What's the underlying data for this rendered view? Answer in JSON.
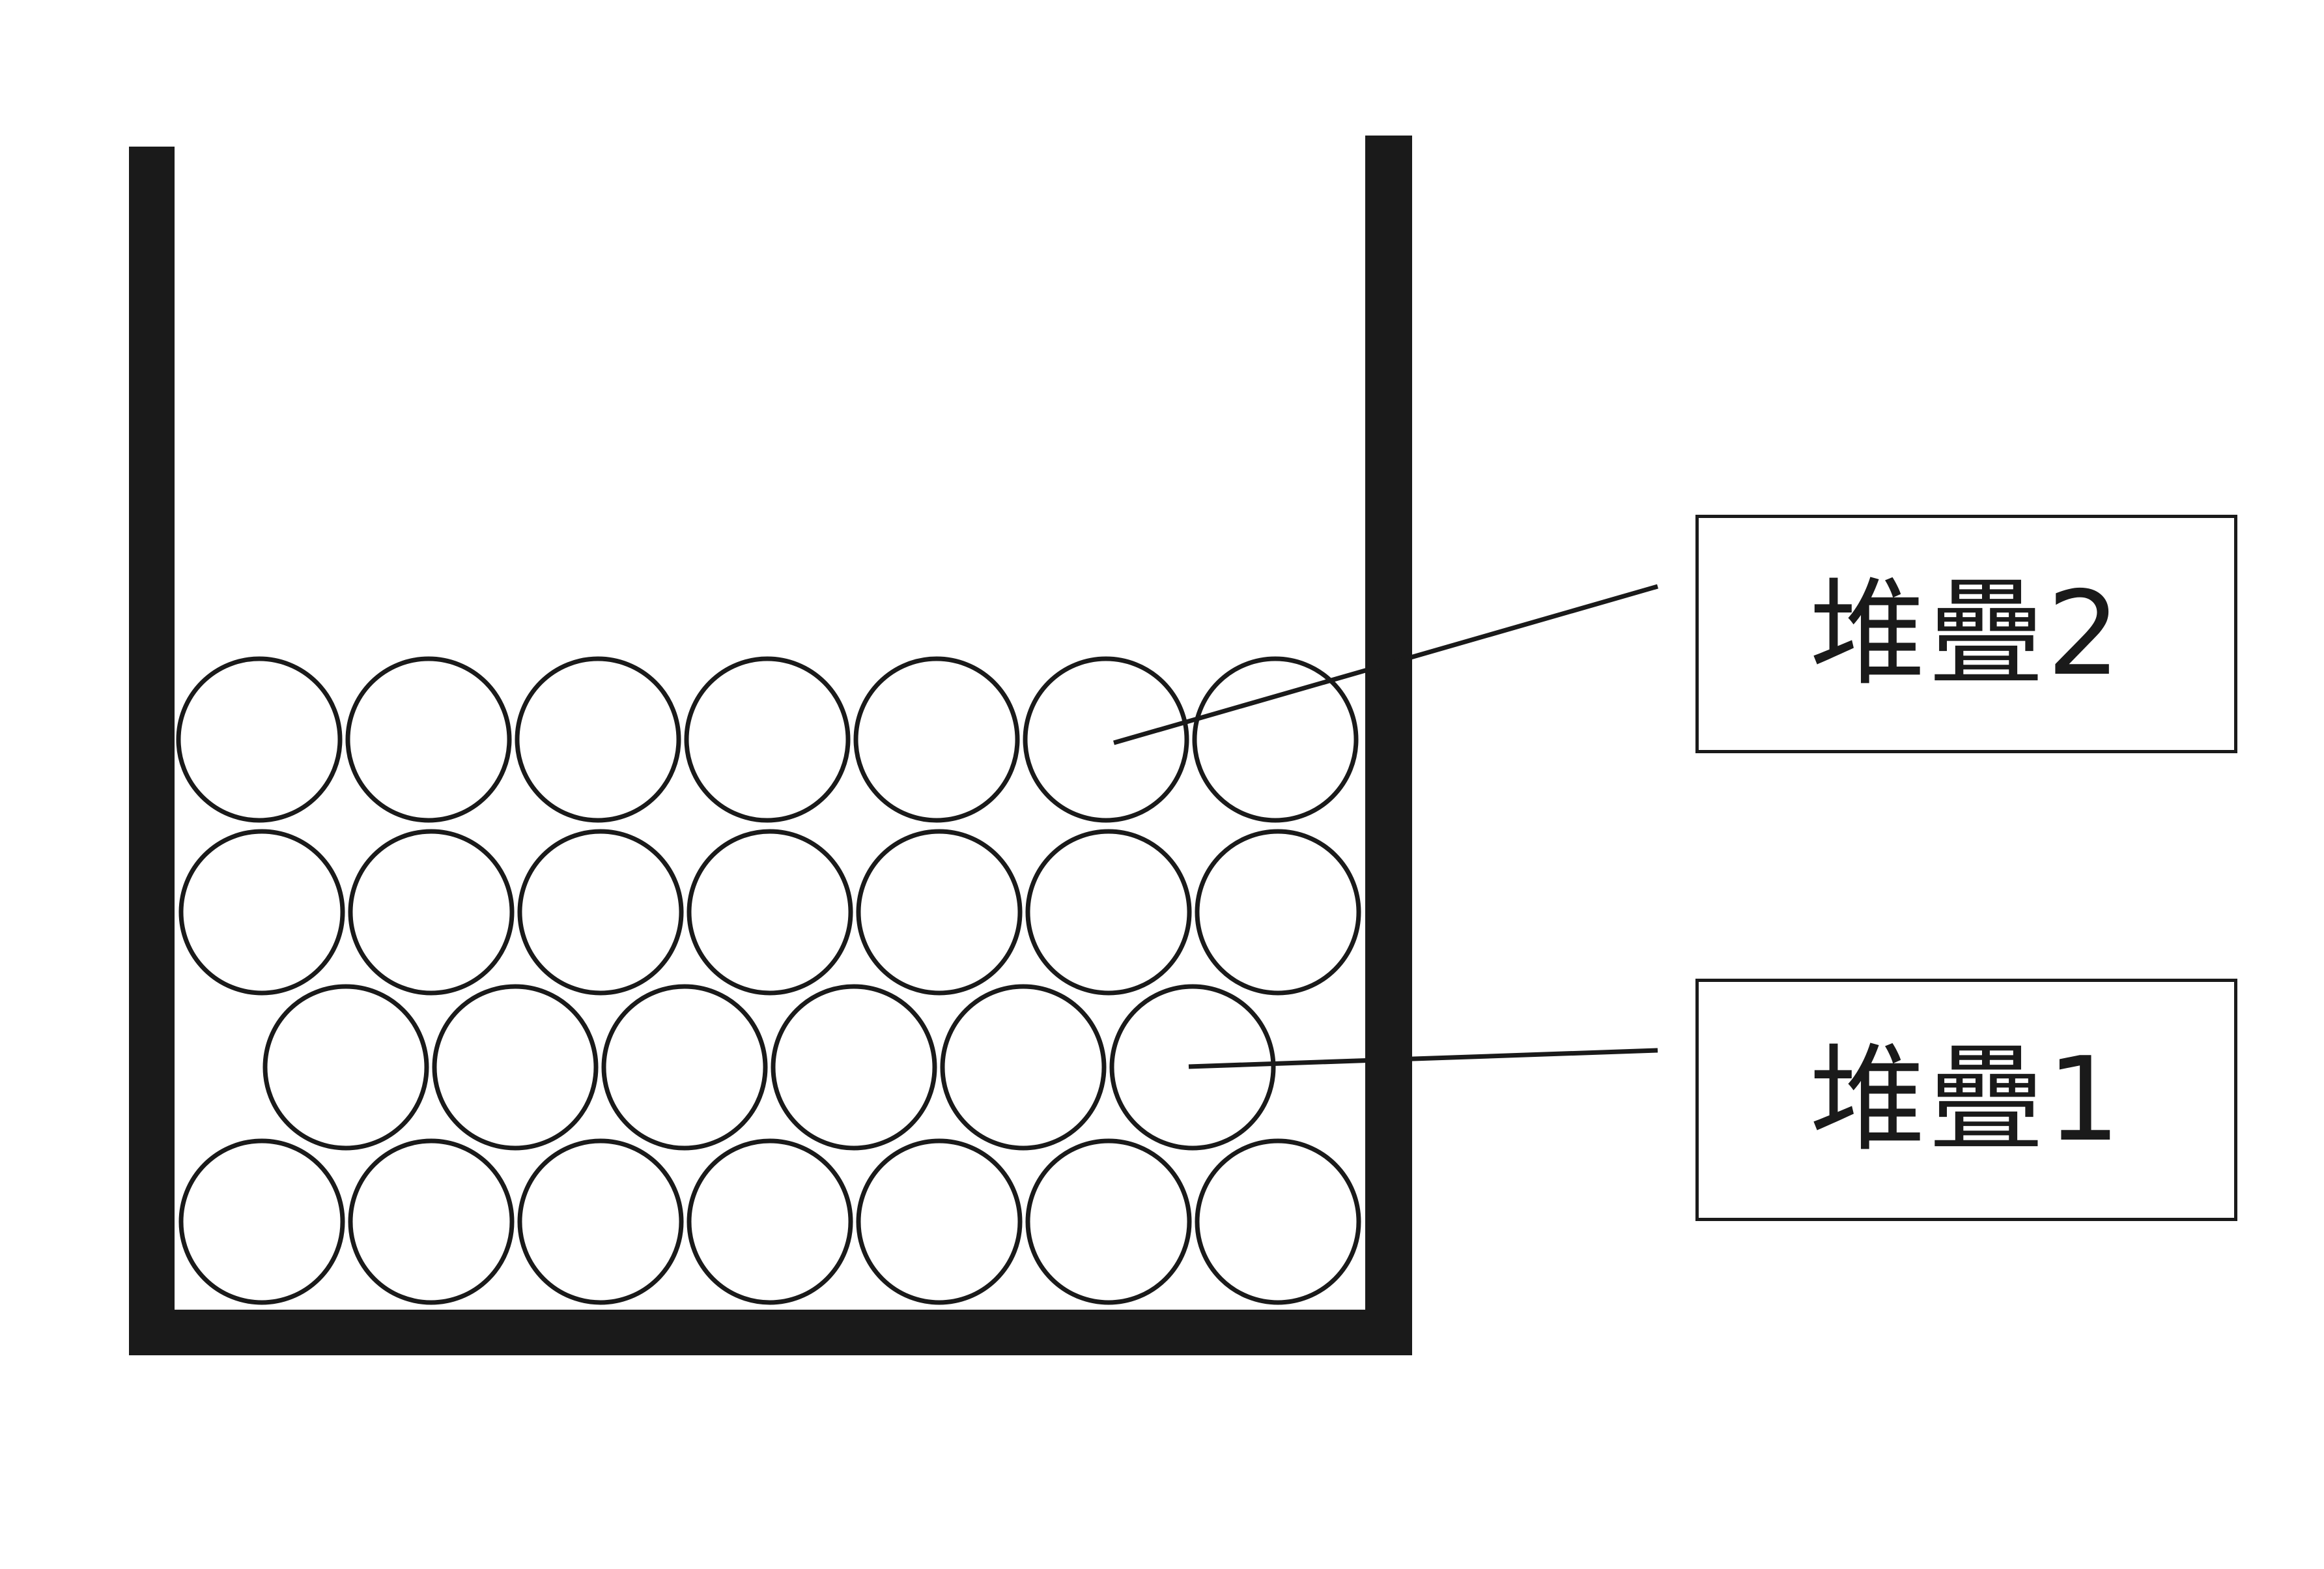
{
  "labels": {
    "stack_2": "堆疊2",
    "stack_1": "堆疊1"
  },
  "styles": {
    "ink": "#1a1a1a",
    "background": "#ffffff"
  },
  "rows": [
    {
      "name": "bottom-row",
      "count": 7
    },
    {
      "name": "offset-row",
      "count": 6
    },
    {
      "name": "second-row",
      "count": 7
    },
    {
      "name": "top-row",
      "count": 7
    }
  ]
}
